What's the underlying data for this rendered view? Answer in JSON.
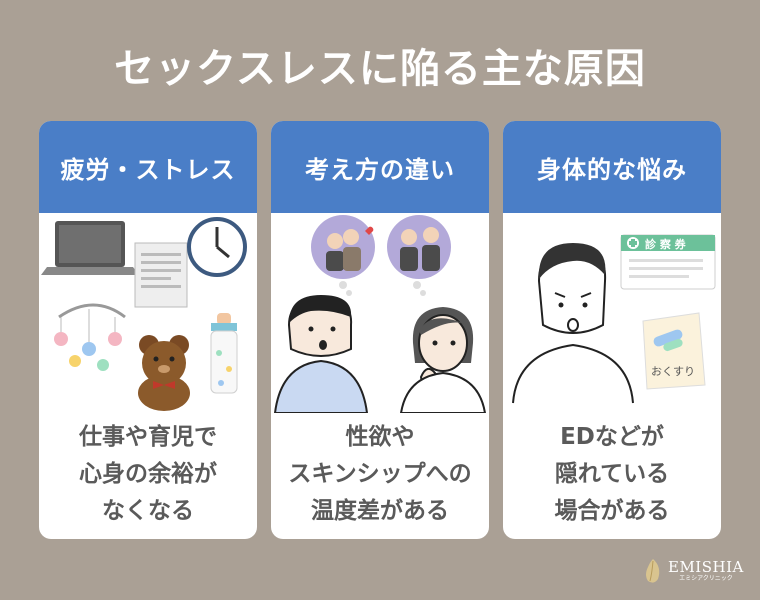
{
  "title": "セックスレスに陥る主な原因",
  "cards": [
    {
      "header": "疲労・ストレス",
      "lines": [
        "仕事や育児で",
        "心身の余裕が",
        "なくなる"
      ],
      "icons": [
        "laptop-icon",
        "document-icon",
        "clock-icon",
        "baby-mobile-icon",
        "teddy-bear-icon",
        "baby-bottle-icon"
      ]
    },
    {
      "header": "考え方の違い",
      "lines": [
        "性欲や",
        "スキンシップへの",
        "温度差がある"
      ],
      "icons": [
        "couple-affectionate-icon",
        "couple-distant-icon",
        "man-thinking-icon",
        "woman-thinking-icon"
      ]
    },
    {
      "header": "身体的な悩み",
      "lines": [
        "EDなどが",
        "隠れている",
        "場合がある"
      ],
      "icons": [
        "worried-man-icon",
        "medical-card-icon",
        "medicine-bag-icon"
      ],
      "card_label": "診 察 券",
      "bag_label": "おくすり"
    }
  ],
  "logo": {
    "name": "EMISHIA",
    "sub": "エミシアクリニック"
  },
  "colors": {
    "background": "#aaa095",
    "header": "#4a7ec7",
    "text": "#5a5a5a"
  }
}
